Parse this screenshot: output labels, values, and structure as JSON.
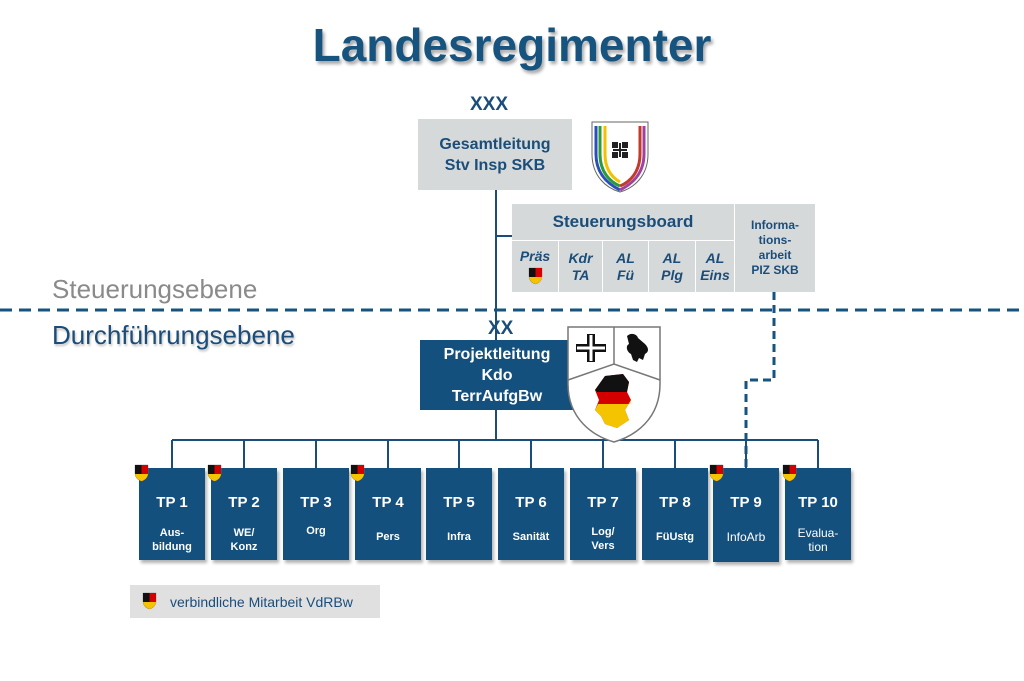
{
  "title": "Landesregimenter",
  "top": {
    "rank": "XXX",
    "lines": [
      "Gesamtleitung",
      "Stv Insp SKB"
    ]
  },
  "board": {
    "title": "Steuerungsboard",
    "members": [
      [
        "Präs"
      ],
      [
        "Kdr",
        "TA"
      ],
      [
        "AL",
        "Fü"
      ],
      [
        "AL",
        "Plg"
      ],
      [
        "AL",
        "Eins"
      ]
    ],
    "info": [
      "Informa-",
      "tions-",
      "arbeit",
      "PIZ SKB"
    ]
  },
  "levels": {
    "upper": "Steuerungsebene",
    "lower": "Durchführungsebene"
  },
  "project": {
    "rank": "XX",
    "lines": [
      "Projektleitung",
      "Kdo",
      "TerrAufgBw"
    ]
  },
  "subprojects": [
    {
      "label": "TP 1",
      "sub": [
        "Aus-",
        "bildung"
      ],
      "flag": true
    },
    {
      "label": "TP 2",
      "sub": [
        "WE/",
        "Konz"
      ],
      "flag": true
    },
    {
      "label": "TP 3",
      "sub": [
        "Org"
      ],
      "flag": false
    },
    {
      "label": "TP 4",
      "sub": [
        "Pers"
      ],
      "flag": true
    },
    {
      "label": "TP 5",
      "sub": [
        "Infra"
      ],
      "flag": false
    },
    {
      "label": "TP 6",
      "sub": [
        "Sanität"
      ],
      "flag": false
    },
    {
      "label": "TP 7",
      "sub": [
        "Log/",
        "Vers"
      ],
      "flag": false
    },
    {
      "label": "TP 8",
      "sub": [
        "FüUstg"
      ],
      "flag": false
    },
    {
      "label": "TP 9",
      "sub": [
        "InfoArb"
      ],
      "flag": true
    },
    {
      "label": "TP 10",
      "sub": [
        "Evalua-",
        "tion"
      ],
      "flag": true
    }
  ],
  "legend": "verbindliche Mitarbeit VdRBw",
  "colors": {
    "primary": "#13507d",
    "grey": "#d6d9d9",
    "text": "#1b4d7a"
  }
}
